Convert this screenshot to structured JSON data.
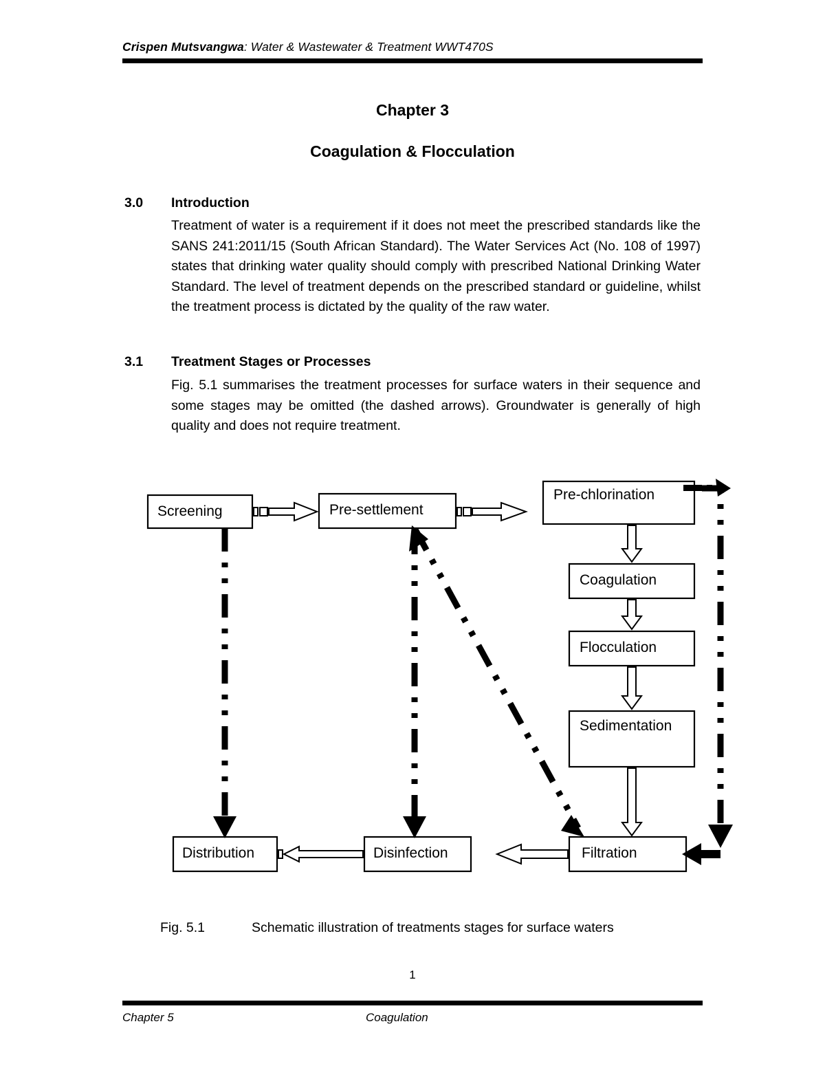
{
  "header": {
    "author": "Crispen Mutsvangwa",
    "rest": ": Water & Wastewater & Treatment WWT470S"
  },
  "titles": {
    "chapter": "Chapter 3",
    "subject": "Coagulation & Flocculation"
  },
  "sections": [
    {
      "number": "3.0",
      "label": "Introduction",
      "body": "Treatment of water is a requirement if it does not meet the prescribed standards like the SANS 241:2011/15 (South African Standard).  The Water Services Act (No. 108 of 1997) states that drinking water quality should comply with prescribed National Drinking Water Standard.   The level of treatment depends on the prescribed standard or guideline, whilst the treatment process is dictated by the quality of the raw water."
    },
    {
      "number": "3.1",
      "label": "Treatment Stages or Processes",
      "body": "Fig. 5.1 summarises the treatment processes for surface waters in their sequence and some stages may be omitted (the dashed arrows). Groundwater is generally of high quality and does not require treatment."
    }
  ],
  "figure": {
    "caption_number": "Fig. 5.1",
    "caption_text": "Schematic illustration of treatments stages for surface waters",
    "nodes": [
      {
        "id": "screening",
        "label": "Screening"
      },
      {
        "id": "pre-settlement",
        "label": "Pre-settlement"
      },
      {
        "id": "pre-chlorination",
        "label": "Pre-chlorination"
      },
      {
        "id": "coagulation",
        "label": "Coagulation"
      },
      {
        "id": "flocculation",
        "label": "Flocculation"
      },
      {
        "id": "sedimentation",
        "label": "Sedimentation"
      },
      {
        "id": "filtration",
        "label": "Filtration"
      },
      {
        "id": "disinfection",
        "label": "Disinfection"
      },
      {
        "id": "distribution",
        "label": "Distribution"
      }
    ],
    "flows": [
      {
        "from": "Screening",
        "to": "Pre-settlement",
        "style": "solid-block-arrow"
      },
      {
        "from": "Pre-settlement",
        "to": "Pre-chlorination",
        "style": "solid-block-arrow"
      },
      {
        "from": "Pre-chlorination",
        "to": "Coagulation",
        "style": "solid-block-arrow"
      },
      {
        "from": "Coagulation",
        "to": "Flocculation",
        "style": "solid-block-arrow"
      },
      {
        "from": "Flocculation",
        "to": "Sedimentation",
        "style": "solid-block-arrow"
      },
      {
        "from": "Sedimentation",
        "to": "Filtration",
        "style": "solid-block-arrow"
      },
      {
        "from": "Filtration",
        "to": "Disinfection",
        "style": "solid-block-arrow"
      },
      {
        "from": "Disinfection",
        "to": "Distribution",
        "style": "solid-block-arrow"
      },
      {
        "from": "Screening",
        "to": "Distribution",
        "style": "dashed-bypass"
      },
      {
        "from": "Pre-settlement",
        "to": "Disinfection",
        "style": "dashed-bypass"
      },
      {
        "from": "Pre-settlement",
        "to": "Filtration",
        "style": "dashed-bypass"
      },
      {
        "from": "Pre-chlorination",
        "to": "Filtration",
        "style": "dashed-bypass"
      }
    ]
  },
  "footer": {
    "page_number": "1",
    "left": "Chapter 5",
    "center": "Coagulation"
  },
  "colors": {
    "ink": "#000000",
    "paper": "#ffffff"
  }
}
